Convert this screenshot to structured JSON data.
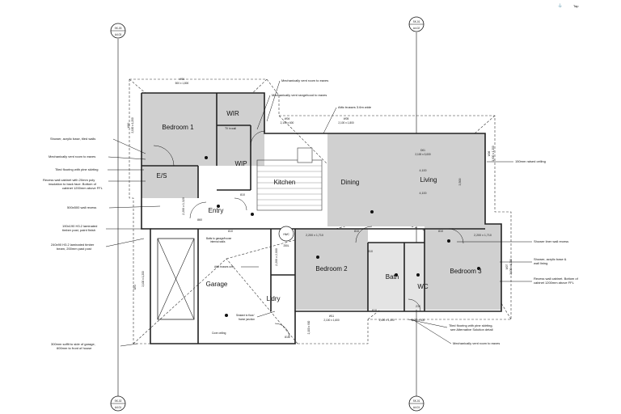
{
  "corner": {
    "symbol": "⚓",
    "label": "Tap"
  },
  "gridrefs": {
    "top_left": [
      "SK-03",
      "A4.03"
    ],
    "top_right": [
      "SK-01",
      "A4.02"
    ],
    "bottom_left": [
      "SK-02",
      "A4.01"
    ],
    "bottom_right": [
      "SK-01",
      "A4.01"
    ]
  },
  "rooms": {
    "bedroom1": "Bedroom 1",
    "wir": "WIR",
    "wip": "WIP",
    "es": "E/S",
    "kitchen": "Kitchen",
    "dining": "Dining",
    "living": "Living",
    "entry": "Entry",
    "garage": "Garage",
    "ldry": "L'dry",
    "bedroom2": "Bedroom 2",
    "bath": "Bath",
    "wc": "WC",
    "bedroom3": "Bedroom 3"
  },
  "fixtures": {
    "hwc": "HWC",
    "hwc_size": "250L",
    "tv": "TV in wall"
  },
  "windows": {
    "w01": [
      "W01",
      "500 x 1,800"
    ],
    "w04": [
      "W04",
      "2,100 x 600"
    ],
    "w05": [
      "W05",
      "2,100 x 1,800"
    ],
    "w06": [
      "W06",
      "1,900 x 1,200"
    ],
    "w10": [
      "W10",
      "2,100 x 1,200"
    ],
    "w11": [
      "W11",
      "2,100 x 1,600"
    ],
    "w07": [
      "W07",
      "2,100 x 1,200"
    ],
    "d01": [
      "D01",
      "2,100 x 3,000"
    ],
    "w_bath": [
      "1,400 x 1,400"
    ],
    "w_wc": [
      "1,000 x 600"
    ],
    "w_bed2": [
      "2,100 x 900"
    ],
    "w_side": [
      "2,100 x 1,200"
    ]
  },
  "dims": {
    "d_2200_1710": "2,200 x 1,710",
    "d_2200_1710b": "2,200 x 1,710",
    "d_2200_1320": "2,200 x 1,320",
    "d_2200_2000": "2,200 x 2,000",
    "d_4100": "4,100",
    "d_4100b": "4,100",
    "d_3500": "3,500",
    "d_dig": "DIG",
    "d_860": "860",
    "d_810a": "810",
    "d_810b": "810",
    "d_810c": "810",
    "d_810d": "810",
    "d_810e": "810",
    "d_210": "210",
    "d_610": "610",
    "d_810f": "810"
  },
  "notes_left": [
    "Shower, acrylic base, tiled walls",
    "Mechanically vent room to eaves",
    "Tiled flooring with pine skirting",
    "Recess wall cabinet with 20mm poly",
    "insulation to back face. Bottom of",
    "cabinet 1200mm above FFL",
    "500x500 wall recess",
    "190x190 H3.2 laminated",
    "timber post, paint finish",
    "240x90 H3.2 laminated timber",
    "beam, 200mm past post",
    "300mm soffit to side of garage,",
    "600mm to front of house"
  ],
  "notes_top": [
    "Mechanically vent room to eaves",
    "Mechanically vent rangehood to eaves",
    "Attic trusses 3.6m wide"
  ],
  "notes_right": [
    "150mm raised ceiling",
    "Shower liner wall recess",
    "Shower, acrylic base &",
    "wall lining",
    "Recess wall cabinet. Bottom of",
    "cabinet 1200mm above FFL"
  ],
  "notes_center": [
    "Batts to garage/house",
    "internal walls",
    "Attic trusses over",
    "Sealant to floor/",
    "frame junction",
    "Cove ceiling",
    "Tiled flooring with pine skirting,",
    "see Alternative Solution detail",
    "Mechanically vent room to eaves"
  ]
}
